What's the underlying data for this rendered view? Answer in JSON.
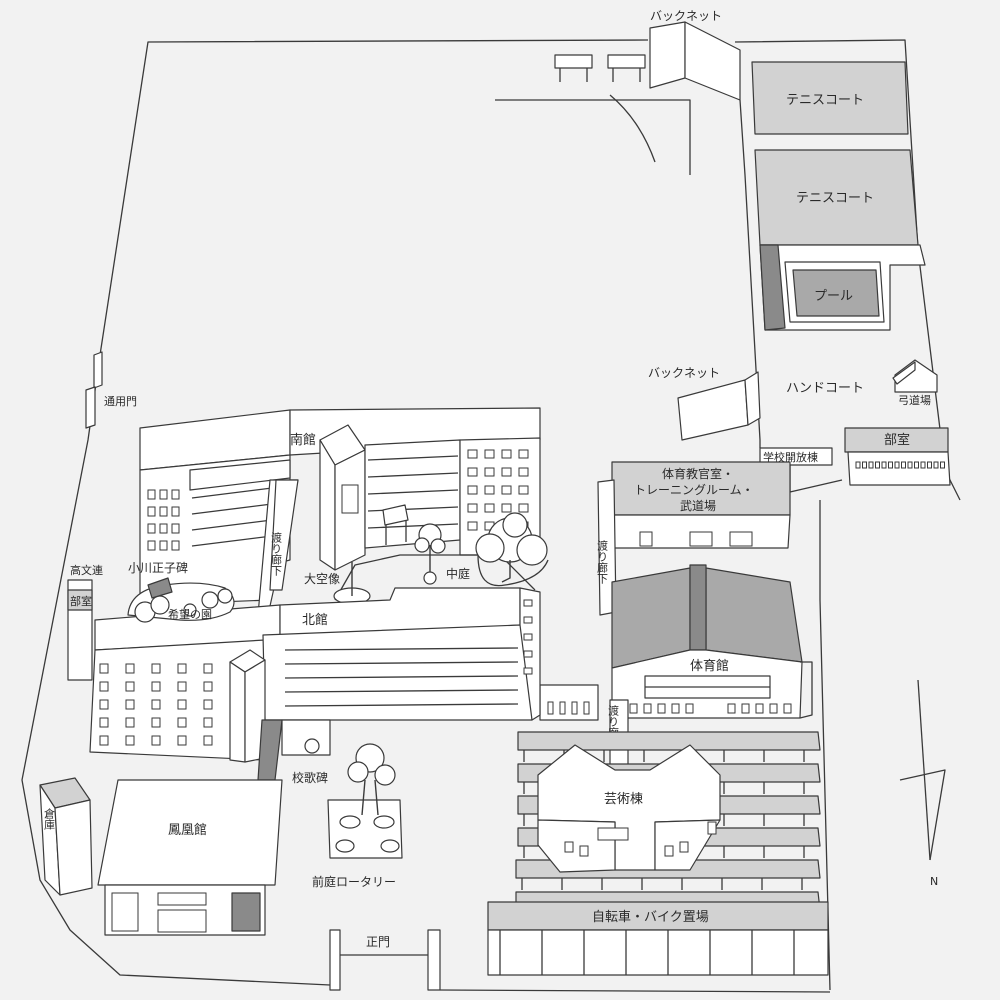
{
  "labels": {
    "back_net_top": "バックネット",
    "tennis_court_1": "テニスコート",
    "tennis_court_2": "テニスコート",
    "pool": "プール",
    "back_net_mid": "バックネット",
    "hand_court": "ハンドコート",
    "kyudojo": "弓道場",
    "buishitsu_east": "部室",
    "gakko_kaihoto": "学校開放棟",
    "tsuyomon": "通用門",
    "minamikan": "南館",
    "taiiku_line1": "体育教官室・",
    "taiiku_line2": "トレーニングルーム・",
    "taiiku_line3": "武道場",
    "watari_1": "渡り廊下",
    "watari_2": "渡り廊下",
    "watari_3": "渡り廊下",
    "kobunren": "高文連",
    "buishitsu_west": "部室",
    "ogawa": "小川正子碑",
    "kibou": "希望の園",
    "taikuzo": "大空像",
    "nakaniwa": "中庭",
    "kitakan": "北館",
    "taiikukan": "体育館",
    "kokahi": "校歌碑",
    "geijutsuto": "芸術棟",
    "souko": "倉庫",
    "hououkan": "鳳凰館",
    "maeniwa": "前庭ロータリー",
    "seimon": "正門",
    "jitensha": "自転車・バイク置場",
    "north": "N"
  },
  "colors": {
    "background": "#f2f2f2",
    "building": "#ffffff",
    "court": "#d2d2d2",
    "roof": "#a9a9a9",
    "dark": "#8a8a8a",
    "line": "#3a3a3a"
  }
}
